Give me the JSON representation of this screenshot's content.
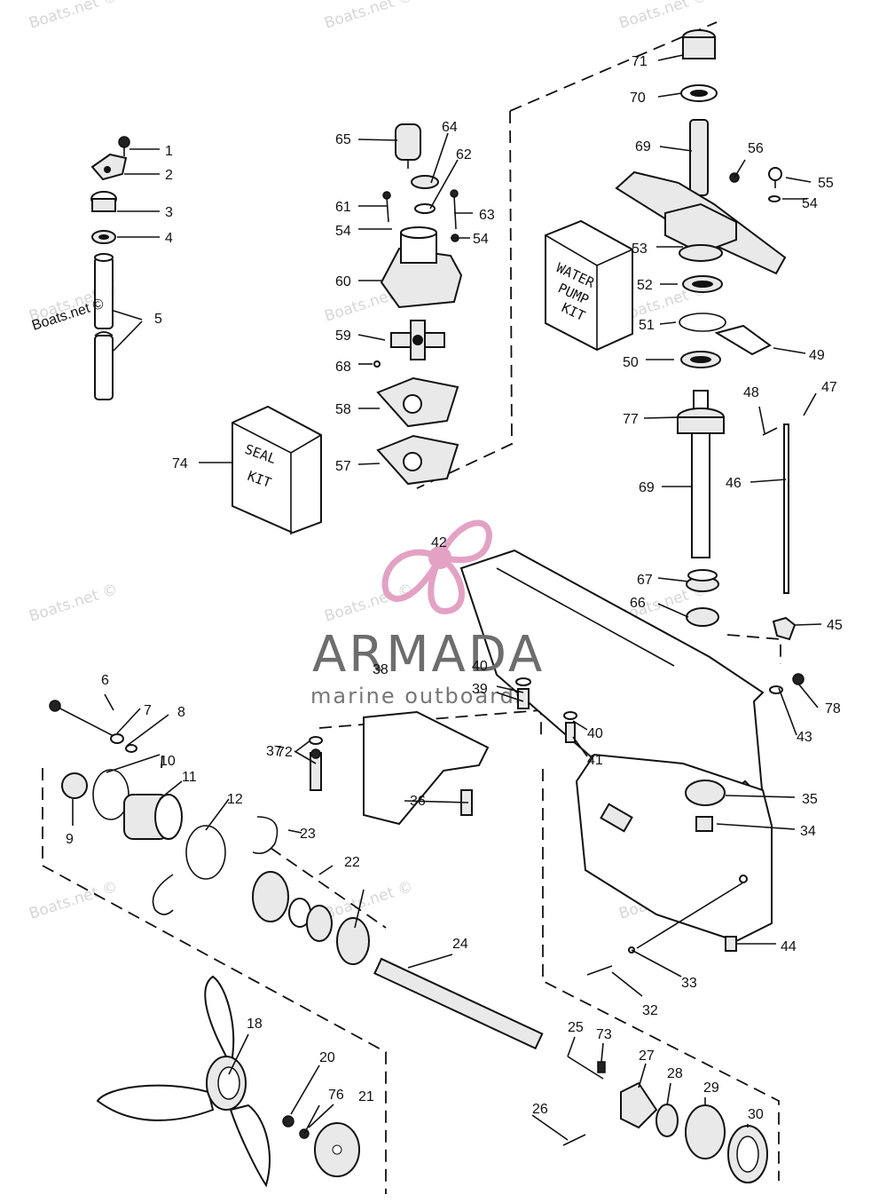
{
  "watermark_text": "Boats.net ©",
  "brand": {
    "name": "ARMADA",
    "tagline": "marine outboards",
    "accent_color": "#e3a2c4"
  },
  "kits": {
    "water_pump": [
      "WATER",
      "PUMP",
      "KIT"
    ],
    "seal": [
      "SEAL",
      "KIT"
    ]
  },
  "callouts": [
    "1",
    "2",
    "3",
    "4",
    "5",
    "6",
    "7",
    "8",
    "9",
    "10",
    "11",
    "12",
    "18",
    "20",
    "21",
    "22",
    "23",
    "24",
    "25",
    "26",
    "27",
    "28",
    "29",
    "30",
    "32",
    "33",
    "34",
    "35",
    "36",
    "37",
    "38",
    "39",
    "40",
    "40",
    "41",
    "42",
    "43",
    "44",
    "45",
    "46",
    "47",
    "48",
    "49",
    "50",
    "51",
    "52",
    "53",
    "54",
    "54",
    "54",
    "55",
    "56",
    "57",
    "58",
    "59",
    "60",
    "61",
    "62",
    "63",
    "64",
    "65",
    "66",
    "67",
    "68",
    "69",
    "69",
    "70",
    "71",
    "72",
    "73",
    "74",
    "76",
    "77",
    "78"
  ]
}
